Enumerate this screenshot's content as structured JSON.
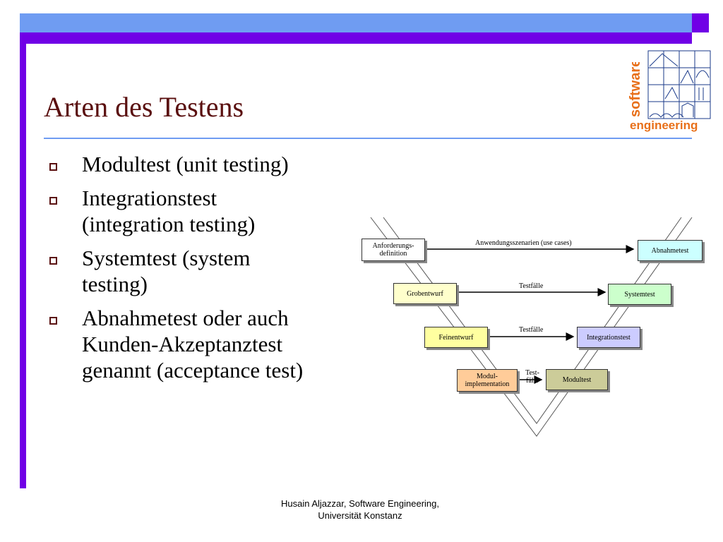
{
  "slide": {
    "title": "Arten des Testens",
    "bullets": [
      {
        "lines": [
          "Modultest (unit testing)"
        ]
      },
      {
        "lines": [
          "Integrationstest",
          "(integration testing)"
        ]
      },
      {
        "lines": [
          "Systemtest (system",
          "testing)"
        ]
      },
      {
        "lines": [
          "Abnahmetest oder auch",
          "Kunden-Akzeptanztest",
          "genannt (acceptance test)"
        ]
      }
    ]
  },
  "logo": {
    "word_top": "software",
    "word_bottom": "engineering"
  },
  "diagram": {
    "boxes": {
      "anforderung": "Anforderungs- definition",
      "grobentwurf": "Grobentwurf",
      "feinentwurf": "Feinentwurf",
      "modulimpl": "Modul- implementation",
      "abnahmetest": "Abnahmetest",
      "systemtest": "Systemtest",
      "integrationstest": "Integrationstest",
      "modultest": "Modultest"
    },
    "labels": {
      "usecases": "Anwendungsszenarien (use cases)",
      "testfaelle1": "Testfälle",
      "testfaelle2": "Testfälle",
      "testfaelle3": "Test- fälle"
    }
  },
  "footer": {
    "line1": "Husain Aljazzar, Software Engineering,",
    "line2": "Universität Konstanz"
  },
  "colors": {
    "accent_light": "#6f9cf2",
    "accent_dark": "#7000e6",
    "title": "#5a0f0f",
    "logo": "#e8701a"
  }
}
